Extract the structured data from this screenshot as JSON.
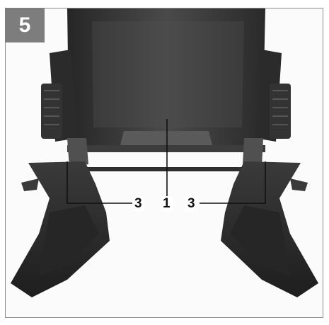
{
  "figure": {
    "step_number": "5",
    "callouts": [
      {
        "id": "left",
        "label": "3"
      },
      {
        "id": "center",
        "label": "1"
      },
      {
        "id": "right",
        "label": "3"
      }
    ]
  },
  "colors": {
    "badge": "#7d7d7d",
    "frame": "#8c8c8c",
    "plastic_dark": "#2f2f2f",
    "plastic_mid": "#454545"
  }
}
